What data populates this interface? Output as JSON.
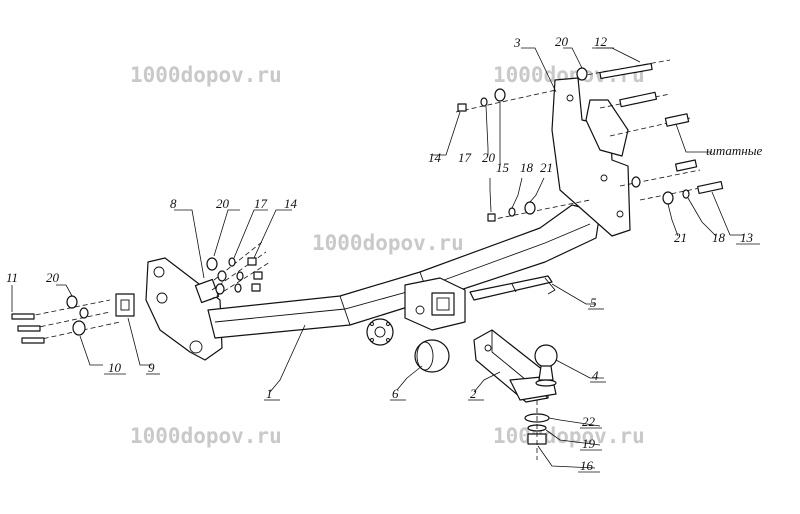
{
  "watermarks": [
    "1000dopov.ru",
    "1000dopov.ru",
    "1000dopov.ru",
    "1000dopov.ru",
    "1000dopov.ru"
  ],
  "callouts": {
    "p1": "1",
    "p2": "2",
    "p3": "3",
    "p4": "4",
    "p5": "5",
    "p6": "6",
    "p8": "8",
    "p9": "9",
    "p10": "10",
    "p11": "11",
    "p12": "12",
    "p13": "13",
    "p14a": "14",
    "p14b": "14",
    "p15": "15",
    "p16": "16",
    "p17a": "17",
    "p17b": "17",
    "p18a": "18",
    "p18b": "18",
    "p19": "19",
    "p20a": "20",
    "p20b": "20",
    "p20c": "20",
    "p20d": "20",
    "p21a": "21",
    "p21b": "21",
    "p22": "22"
  },
  "note_stock": "штатные"
}
